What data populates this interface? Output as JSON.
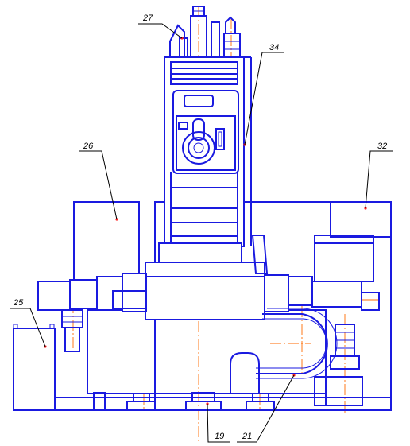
{
  "drawing": {
    "callouts": [
      "27",
      "34",
      "26",
      "32",
      "25",
      "19",
      "21"
    ]
  },
  "colors": {
    "outline": "#1a1ae0",
    "centerline": "#ff6a00",
    "leader": "#000000",
    "point": "#ff2020"
  }
}
